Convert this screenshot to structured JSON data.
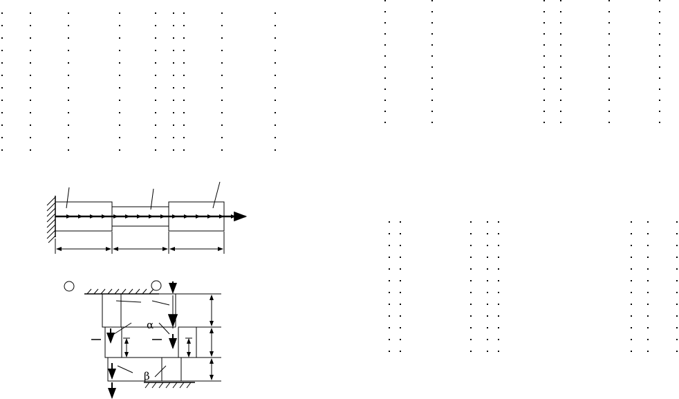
{
  "page": {
    "background": "#ffffff",
    "ink": "#000000"
  },
  "figure_bar": {
    "icons": [
      "wall-hatch-icon",
      "arrow-right-icon"
    ]
  },
  "figure_pulley": {
    "alpha_label": "α",
    "beta_label": "β",
    "icons": [
      "circle-marker-icon",
      "arrow-down-icon",
      "ceiling-hatch-icon",
      "floor-hatch-icon"
    ]
  },
  "dot_tables": {
    "top_left": {
      "row_count": 12
    },
    "top_right": {
      "row_count": 12
    },
    "bottom_right": {
      "row_count": 12
    }
  }
}
